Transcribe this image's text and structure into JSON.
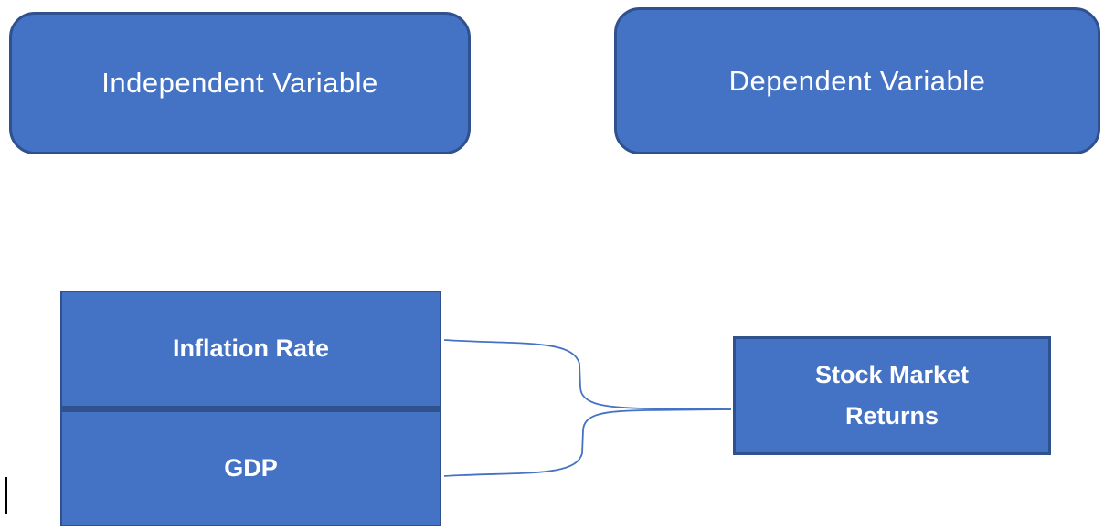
{
  "boxes": {
    "independent": {
      "label": "Independent Variable"
    },
    "dependent": {
      "label": "Dependent Variable"
    }
  },
  "independent_group": {
    "items": [
      {
        "label": "Inflation Rate"
      },
      {
        "label": "GDP"
      }
    ]
  },
  "dependent_group": {
    "label": "Stock Market Returns"
  },
  "colors": {
    "shape_fill": "#4472C4",
    "shape_border": "#2F528F",
    "connector": "#4472C4",
    "text": "#FFFFFF"
  }
}
